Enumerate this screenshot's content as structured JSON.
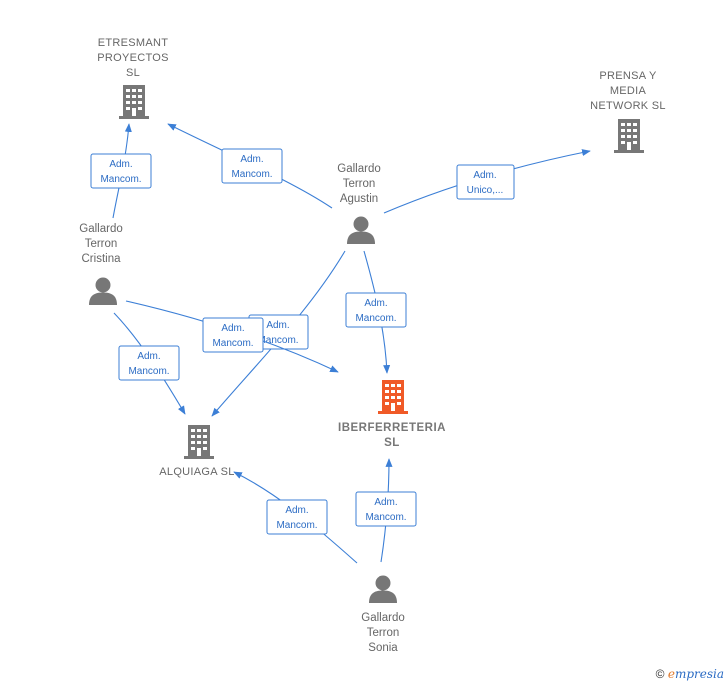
{
  "colors": {
    "edge": "#3c7fd6",
    "company": "#777777",
    "main_company": "#f05a28",
    "person": "#777777"
  },
  "nodes": {
    "etresmant": {
      "lines": [
        "ETRESMANT",
        "PROYECTOS",
        "SL"
      ],
      "icon": "building-icon"
    },
    "prensa": {
      "lines": [
        "PRENSA Y",
        "MEDIA",
        "NETWORK  SL"
      ],
      "icon": "building-icon"
    },
    "cristina": {
      "lines": [
        "Gallardo",
        "Terron",
        "Cristina"
      ],
      "icon": "person-icon"
    },
    "agustin": {
      "lines": [
        "Gallardo",
        "Terron",
        "Agustin"
      ],
      "icon": "person-icon"
    },
    "alquiaga": {
      "lines": [
        "ALQUIAGA SL"
      ],
      "icon": "building-icon"
    },
    "iberferreteria": {
      "lines": [
        "IBERFERRETERIA",
        "SL"
      ],
      "icon": "building-icon"
    },
    "sonia": {
      "lines": [
        "Gallardo",
        "Terron",
        "Sonia"
      ],
      "icon": "person-icon"
    }
  },
  "edges": [
    {
      "id": "cristina-etresmant",
      "label": [
        "Adm.",
        "Mancom."
      ]
    },
    {
      "id": "agustin-etresmant",
      "label": [
        "Adm.",
        "Mancom."
      ]
    },
    {
      "id": "agustin-prensa",
      "label": [
        "Adm.",
        "Unico,..."
      ]
    },
    {
      "id": "agustin-iberferreteria",
      "label": [
        "Adm.",
        "Mancom."
      ]
    },
    {
      "id": "agustin-alquiaga",
      "label": [
        "Adm.",
        "Mancom."
      ]
    },
    {
      "id": "cristina-iberferreteria",
      "label": [
        "Adm.",
        "Mancom."
      ]
    },
    {
      "id": "cristina-alquiaga",
      "label": [
        "Adm.",
        "Mancom."
      ]
    },
    {
      "id": "sonia-alquiaga",
      "label": [
        "Adm.",
        "Mancom."
      ]
    },
    {
      "id": "sonia-iberferreteria",
      "label": [
        "Adm.",
        "Mancom."
      ]
    }
  ],
  "footer": {
    "copyright": "©",
    "brand_initial": "e",
    "brand_rest": "mpresia"
  }
}
